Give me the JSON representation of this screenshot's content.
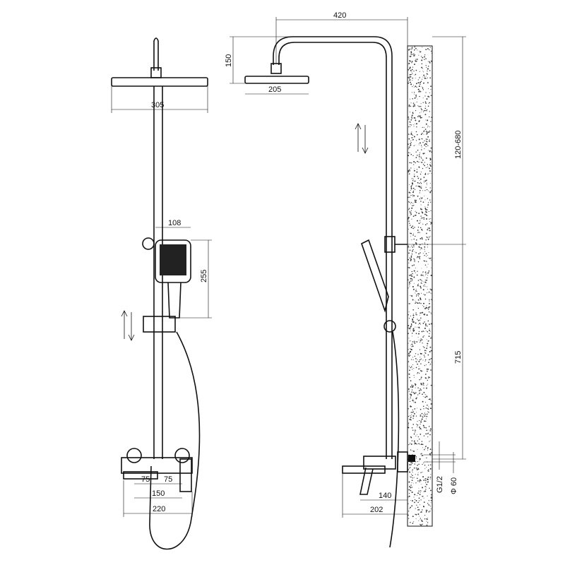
{
  "drawing": {
    "front_view": {
      "head_width": "305",
      "handshower_width": "108",
      "handshower_height": "255",
      "inlet_spacing_left": "75",
      "inlet_spacing_right": "75",
      "inlet_spacing_total": "150",
      "mixer_width": "220"
    },
    "side_view": {
      "arm_reach": "420",
      "arm_height": "150",
      "head_depth": "205",
      "adjust_range": "120-680",
      "bracket_height": "715",
      "spout_projection": "140",
      "total_projection": "202",
      "thread": "G1/2",
      "flange_diameter": "Φ 60"
    }
  }
}
